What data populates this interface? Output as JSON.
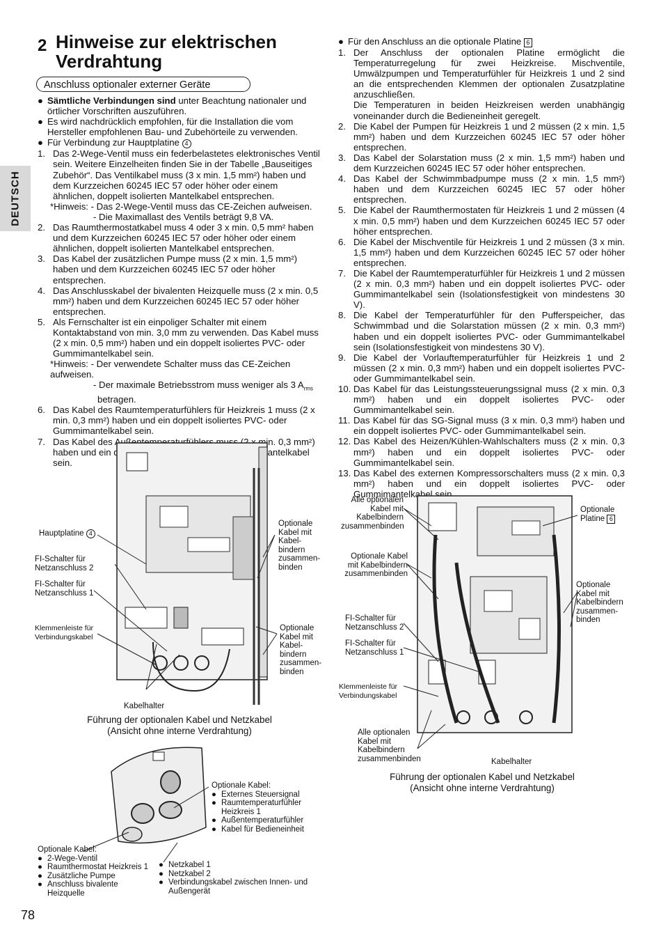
{
  "side_tab": "DEUTSCH",
  "chapter": {
    "number": "2",
    "title": "Hinweise zur elektrischen Verdrahtung"
  },
  "section_title": "Anschluss optionaler externer Geräte",
  "left": {
    "b1_bold": "Sämtliche Verbindungen sind",
    "b1_rest": " unter Beachtung nationaler und örtlicher Vorschriften auszuführen.",
    "b2": "Es wird nachdrücklich empfohlen, für die Installation die vom Hersteller empfohlenen Bau- und Zubehörteile zu verwenden.",
    "b3": "Für Verbindung zur Hauptplatine",
    "b3_ref": "4",
    "i1": "Das 2-Wege-Ventil muss ein federbelastetes elektronisches Ventil sein. Weitere Einzelheiten finden Sie in der Tabelle „Bauseitiges Zubehör“. Das Ventilkabel muss (3 x min. 1,5 mm²) haben und dem Kurzzeichen 60245 IEC 57 oder höher oder einem ähnlichen, doppelt isolierten Mantelkabel entsprechen.",
    "i1_h1": "*Hinweis: - Das 2-Wege-Ventil muss das CE-Zeichen aufweisen.",
    "i1_h2": "- Die Maximallast des Ventils beträgt 9,8 VA.",
    "i2": "Das Raumthermostatkabel muss 4 oder 3 x min. 0,5 mm² haben und dem Kurzzeichen 60245 IEC 57 oder höher oder einem ähnlichen, doppelt isolierten Mantelkabel entsprechen.",
    "i3": "Das Kabel der zusätzlichen Pumpe muss (2 x min. 1,5 mm²) haben und dem Kurzzeichen 60245 IEC 57 oder höher entsprechen.",
    "i4": "Das Anschlusskabel der bivalenten Heizquelle muss (2 x min. 0,5 mm²) haben und dem Kurzzeichen 60245 IEC 57 oder höher entsprechen.",
    "i5": "Als Fernschalter ist ein einpoliger Schalter mit einem Kontaktabstand von min. 3,0 mm zu verwenden. Das Kabel muss (2 x min. 0,5 mm²) haben und ein doppelt isoliertes PVC- oder Gummimantelkabel sein.",
    "i5_h1": "*Hinweis: - Der verwendete Schalter muss das CE-Zeichen aufweisen.",
    "i5_h2a": "- Der maximale Betriebsstrom muss weniger als 3 A",
    "i5_h2sub": "rms",
    "i5_h2b": "betragen.",
    "i6": "Das Kabel des Raumtemperaturfühlers für Heizkreis 1 muss (2 x min. 0,3 mm²) haben und ein doppelt isoliertes PVC- oder Gummimantelkabel sein.",
    "i7": "Das Kabel des Außentemperaturfühlers muss (2 x min. 0,3 mm²) haben und ein doppelt isoliertes PVC- oder Gummimantelkabel sein."
  },
  "right": {
    "b1": "Für den Anschluss an die optionale Platine",
    "b1_ref": "6",
    "i1": "Der Anschluss der optionalen Platine ermöglicht die Temperaturregelung für zwei Heizkreise. Mischventile, Umwälzpumpen und Temperaturfühler für Heizkreis 1 und 2 sind an die entsprechenden Klemmen der optionalen Zusatzplatine anzuschließen.",
    "i1b": "Die Temperaturen in beiden Heizkreisen werden unabhängig voneinander durch die Bedieneinheit geregelt.",
    "i2": "Die Kabel der Pumpen für Heizkreis 1 und 2 müssen (2 x min. 1,5 mm²) haben und dem Kurzzeichen 60245 IEC 57 oder höher entsprechen.",
    "i3": "Das Kabel der Solarstation muss (2 x min. 1,5 mm²) haben und dem Kurzzeichen 60245 IEC 57 oder höher entsprechen.",
    "i4": "Das Kabel der Schwimmbadpumpe muss (2 x min. 1,5 mm²) haben und dem Kurzzeichen 60245 IEC 57 oder höher entsprechen.",
    "i5": "Die Kabel der Raumthermostaten für Heizkreis 1 und 2 müssen (4 x min. 0,5 mm²) haben und dem Kurzzeichen 60245 IEC 57 oder höher entsprechen.",
    "i6": "Die Kabel der Mischventile für Heizkreis 1 und 2 müssen (3 x min. 1,5 mm²) haben und dem Kurzzeichen 60245 IEC 57 oder höher entsprechen.",
    "i7": "Die Kabel der Raumtemperaturfühler für Heizkreis 1 und 2 müssen (2 x min. 0,3 mm²) haben und ein doppelt isoliertes PVC- oder Gummimantelkabel sein (Isolationsfestigkeit von mindestens 30 V).",
    "i8": "Die Kabel der Temperaturfühler für den Pufferspeicher, das Schwimmbad und die Solarstation müssen (2 x min. 0,3 mm²) haben und ein doppelt isoliertes PVC- oder Gummimantelkabel sein (Isolationsfestigkeit von mindestens 30 V).",
    "i9": "Die Kabel der Vorlauftemperaturfühler für Heizkreis 1 und 2 müssen (2 x min. 0,3 mm²) haben und ein doppelt isoliertes PVC- oder Gummimantelkabel sein.",
    "i10": "Das Kabel für das Leistungssteuerungssignal muss (2 x min. 0,3 mm²) haben und ein doppelt isoliertes PVC- oder Gummimantelkabel sein.",
    "i11": "Das Kabel für das SG-Signal muss (3 x min. 0,3 mm²) haben und ein doppelt isoliertes PVC- oder Gummimantelkabel sein.",
    "i12": "Das Kabel des Heizen/Kühlen-Wahlschalters muss (2 x min. 0,3 mm²) haben und ein doppelt isoliertes PVC- oder Gummimantelkabel sein.",
    "i13": "Das Kabel des externen Kompressorschalters muss (2 x min. 0,3 mm²) haben und ein doppelt isoliertes PVC- oder Gummimantelkabel sein."
  },
  "fig1": {
    "hauptplatine": "Hauptplatine",
    "hauptplatine_ref": "4",
    "fi2": "FI-Schalter für Netzanschluss 2",
    "fi1": "FI-Schalter für Netzanschluss 1",
    "klemm": "Klemmenleiste für Verbindungskabel",
    "opt_top": "Optionale Kabel mit Kabel-bindern zusammen-binden",
    "opt_bot": "Optionale Kabel mit Kabel-bindern zusammen-binden",
    "halter": "Kabelhalter",
    "cap1": "Führung der optionalen Kabel und Netzkabel",
    "cap2": "(Ansicht ohne interne Verdrahtung)"
  },
  "fig2": {
    "alle_top": "Alle optionalen Kabel mit Kabelbindern zusammenbinden",
    "opt_platine": "Optionale Platine",
    "opt_platine_ref": "6",
    "opt_left": "Optionale Kabel mit Kabelbindern zusammenbinden",
    "opt_right": "Optionale Kabel mit Kabelbindern zusammen-binden",
    "fi2": "FI-Schalter für Netzanschluss 2",
    "fi1": "FI-Schalter für Netzanschluss 1",
    "klemm": "Klemmenleiste für Verbindungskabel",
    "alle_bot": "Alle optionalen Kabel mit Kabelbindern zusammenbinden",
    "halter": "Kabelhalter",
    "cap1": "Führung der optionalen Kabel und Netzkabel",
    "cap2": "(Ansicht ohne interne Verdrahtung)"
  },
  "fig3": {
    "right_title": "Optionale Kabel:",
    "right_items": [
      "Externes Steuersignal",
      "Raumtemperaturfühler Heizkreis 1",
      "Außentemperaturfühler",
      "Kabel für Bedieneinheit"
    ],
    "left_title": "Optionale Kabel:",
    "left_items": [
      "2-Wege-Ventil",
      "Raumthermostat Heizkreis 1",
      "Zusätzliche Pumpe",
      "Anschluss bivalente Heizquelle"
    ],
    "mid_items": [
      "Netzkabel 1",
      "Netzkabel 2",
      "Verbindungskabel zwischen Innen- und Außengerät"
    ]
  },
  "page_number": "78"
}
